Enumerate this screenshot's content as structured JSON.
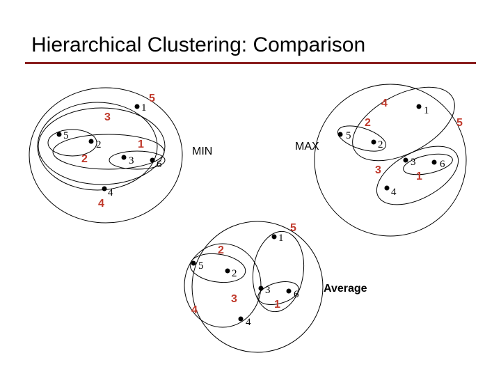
{
  "title": "Hierarchical Clustering: Comparison",
  "colors": {
    "accent_rule": "#8a1f1f",
    "merge_order": "#c0392b",
    "outline": "#000000"
  },
  "panels": {
    "min": {
      "label": "MIN",
      "points": [
        "1",
        "2",
        "3",
        "4",
        "5",
        "6"
      ],
      "merge_order": [
        "5",
        "3",
        "1",
        "2",
        "4"
      ]
    },
    "max": {
      "label": "MAX",
      "points": [
        "1",
        "5",
        "2",
        "3",
        "6",
        "4"
      ],
      "merge_order": [
        "4",
        "5",
        "2",
        "3",
        "1"
      ]
    },
    "average": {
      "label": "Average",
      "points": [
        "1",
        "5",
        "2",
        "3",
        "6",
        "4"
      ],
      "merge_order": [
        "5",
        "2",
        "4",
        "3",
        "1"
      ]
    }
  }
}
